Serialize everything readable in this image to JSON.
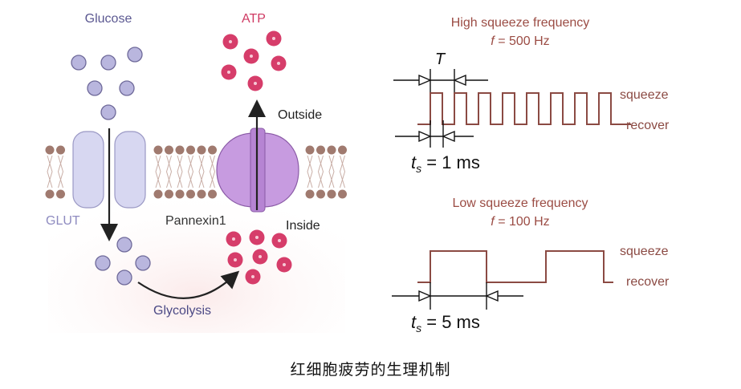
{
  "left_panel": {
    "glucose_label": "Glucose",
    "atp_label": "ATP",
    "outside_label": "Outside",
    "inside_label": "Inside",
    "glut_label": "GLUT",
    "pannexin_label": "Pannexin1",
    "glycolysis_label": "Glycolysis"
  },
  "right_panel": {
    "high": {
      "title": "High squeeze frequency",
      "freq_prefix": "f",
      "freq_value": " = 500 Hz",
      "period_label": "T",
      "squeeze_label": "squeeze",
      "recover_label": "recover",
      "ts_base": "t",
      "ts_sub": "s",
      "ts_value": " = 1 ms"
    },
    "low": {
      "title": "Low squeeze frequency",
      "freq_prefix": "f",
      "freq_value": " = 100 Hz",
      "squeeze_label": "squeeze",
      "recover_label": "recover",
      "ts_base": "t",
      "ts_sub": "s",
      "ts_value": " = 5 ms"
    }
  },
  "caption": "红细胞疲劳的生理机制",
  "colors": {
    "glucose": "#b9b6de",
    "glucose_stroke": "#6f6a9a",
    "atp": "#d63d6a",
    "membrane_head": "#a07a6f",
    "glut": "#d7d7f1",
    "pannexin": "#c79be0",
    "waveform": "#8b4a43",
    "title_red": "#9b4c44"
  }
}
